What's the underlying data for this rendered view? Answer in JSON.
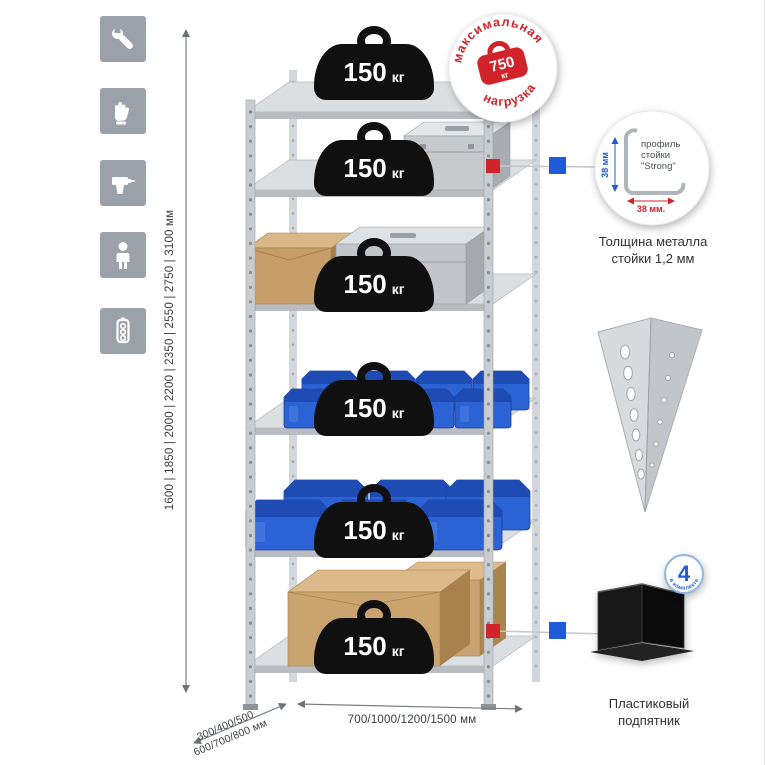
{
  "legend_icons": [
    {
      "name": "wrench"
    },
    {
      "name": "work-gloves"
    },
    {
      "name": "drill"
    },
    {
      "name": "person-height"
    },
    {
      "name": "power-strip"
    }
  ],
  "dimensions": {
    "height_options": "1600 | 1850 | 2000 | 2200 | 2350 | 2550 | 2750 | 3100 мм",
    "width_options": "700/1000/1200/1500 мм",
    "depth_options_line1": "300/400/500",
    "depth_options_line2": "600/700/800 мм"
  },
  "rack": {
    "shelf_count": 6,
    "shelf_load_value": "150",
    "shelf_load_unit": "кг"
  },
  "max_load_stamp": {
    "arc_top": "максимальная",
    "arc_bottom": "нагрузка",
    "value": "750",
    "unit": "кг"
  },
  "profile_callout": {
    "label_line1": "профиль",
    "label_line2": "стойки",
    "label_line3": "\"Strong\"",
    "dim_vertical": "38 мм",
    "dim_horizontal": "38 мм.",
    "caption_line1": "Толщина металла",
    "caption_line2": "стойки 1,2 мм"
  },
  "foot_callout": {
    "badge_number": "4",
    "badge_text": "в комплекте",
    "caption_line1": "Пластиковый",
    "caption_line2": "подпятник"
  },
  "colors": {
    "accent_red": "#d1232a",
    "accent_blue": "#1d5bd8",
    "bin_blue": "#2b62d4",
    "metal_gray": "#c9cdd1",
    "cardboard": "#c9a46f"
  }
}
